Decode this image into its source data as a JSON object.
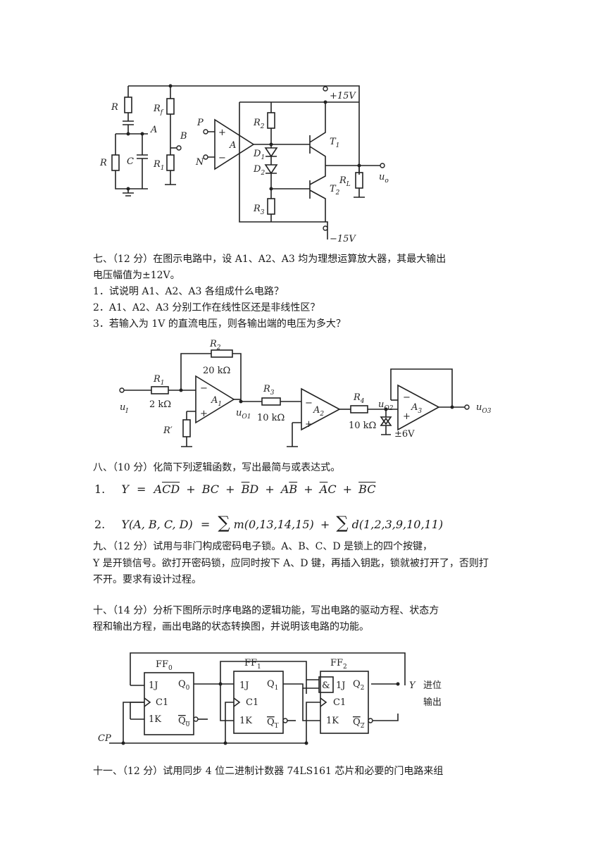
{
  "circuit1": {
    "labels": {
      "R_top": "R",
      "R_bot": "R",
      "C": "C",
      "A_node": "A",
      "B_node": "B",
      "Rf": "R",
      "Rf_sub": "f",
      "R1": "R",
      "R1_sub": "1",
      "P": "P",
      "N": "N",
      "plus": "+",
      "minus": "−",
      "amp": "A",
      "R2": "R",
      "R2_sub": "2",
      "R3": "R",
      "R3_sub": "3",
      "D1": "D",
      "D1_sub": "1",
      "D2": "D",
      "D2_sub": "2",
      "T1": "T",
      "T1_sub": "1",
      "T2": "T",
      "T2_sub": "2",
      "RL": "R",
      "RL_sub": "L",
      "uo": "u",
      "uo_sub": "o",
      "vplus": "+15V",
      "vminus": "−15V"
    }
  },
  "q7": {
    "line1": "七、（12 分）在图示电路中，设 A1、A2、A3 均为理想运算放大器，其最大输出",
    "line2": "电压幅值为±12V。",
    "items": [
      "1．试说明 A1、A2、A3 各组成什么电路？",
      "2．A1、A2、A3 分别工作在线性区还是非线性区？",
      "3．若输入为 1V 的直流电压，则各输出端的电压为多大？"
    ]
  },
  "circuit2": {
    "labels": {
      "R2": "R",
      "R2_sub": "2",
      "R2_val": "20 kΩ",
      "R1": "R",
      "R1_sub": "1",
      "R1_val": "2 kΩ",
      "uI": "u",
      "uI_sub": "I",
      "Rp": "R′",
      "A1": "A",
      "A1_sub": "1",
      "uO1": "u",
      "uO1_sub": "O1",
      "R3": "R",
      "R3_sub": "3",
      "R3_val": "10 kΩ",
      "A2": "A",
      "A2_sub": "2",
      "R4": "R",
      "R4_sub": "4",
      "R4_val": "10 kΩ",
      "uO2": "u",
      "uO2_sub": "O2",
      "zener": "±6V",
      "A3": "A",
      "A3_sub": "3",
      "uO3": "u",
      "uO3_sub": "O3",
      "minus": "−",
      "plus": "+"
    }
  },
  "q8": {
    "title": "八、（10 分）化简下列逻辑函数，写出最简与或表达式。",
    "eq1_num": "1.",
    "eq1": {
      "Y": "Y",
      "eq": "=",
      "t1a": "A",
      "t1b": "CD",
      "t2": "BC",
      "t3a": "B",
      "t3b": "D",
      "t4a": "A",
      "t4b": "B",
      "t5a": "A",
      "t5b": "C",
      "t6": "BC",
      "plus": "+"
    },
    "eq2_num": "2.",
    "eq2": {
      "lhs": "Y(A, B, C, D)",
      "eq": "=",
      "sum": "∑",
      "m": "m(0,13,14,15)",
      "plus": "+",
      "d": "d(1,2,3,9,10,11)"
    }
  },
  "q9": {
    "line1": "九、（12 分）试用与非门构成密码电子锁。A、B、C、D 是锁上的四个按键，",
    "line2": "Y 是开锁信号。欲打开密码锁，应同时按下 A、D 键，再插入钥匙，锁就被打开了，否则打",
    "line3": "不开。要求有设计过程。"
  },
  "q10": {
    "line1": "十、（14 分）分析下图所示时序电路的逻辑功能，写出电路的驱动方程、状态方",
    "line2": "程和输出方程，画出电路的状态转换图，并说明该电路的功能。"
  },
  "circuit3": {
    "labels": {
      "FF0": "FF",
      "FF0_sub": "0",
      "FF1": "FF",
      "FF1_sub": "1",
      "FF2": "FF",
      "FF2_sub": "2",
      "J": "1J",
      "C": "C1",
      "K": "1K",
      "and": "&",
      "Q0": "Q",
      "Q0_sub": "0",
      "Q1": "Q",
      "Q1_sub": "1",
      "Q2": "Q",
      "Q2_sub": "2",
      "Y": "Y",
      "carry1": "进位",
      "carry2": "输出",
      "CP": "CP"
    }
  },
  "q11": {
    "line1": "十一、（12 分）试用同步 4 位二进制计数器 74LS161 芯片和必要的门电路来组"
  }
}
